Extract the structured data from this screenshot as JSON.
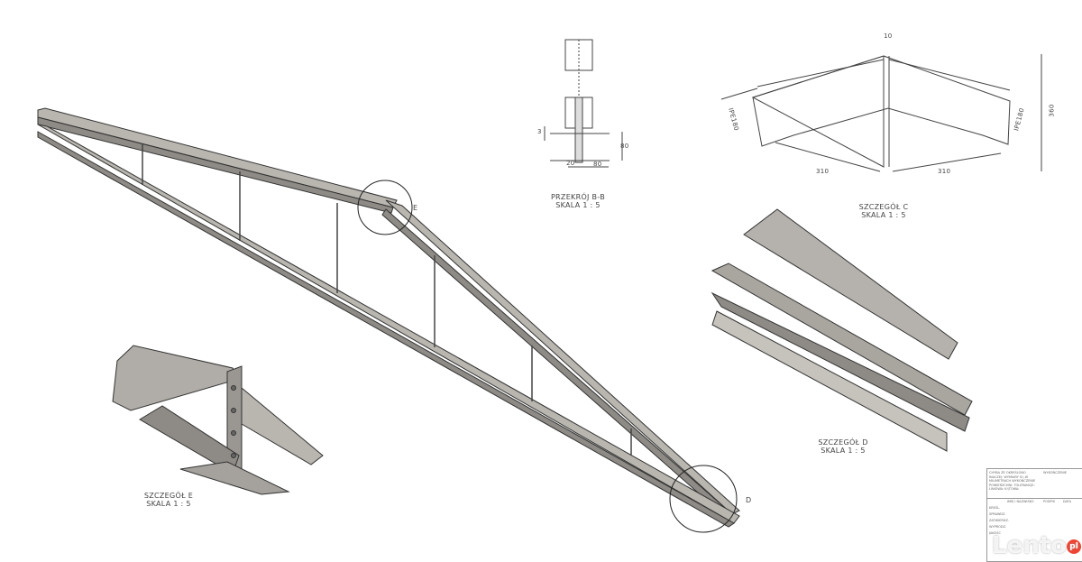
{
  "main_view": {
    "callout_e": "E",
    "callout_d": "D"
  },
  "section_bb": {
    "title": "PRZEKRÓJ B-B",
    "scale": "SKALA 1 : 5",
    "dims": [
      "3",
      "80",
      "20",
      "80"
    ]
  },
  "detail_c": {
    "title": "SZCZEGÓŁ C",
    "scale": "SKALA 1 : 5",
    "dims": [
      "10",
      "360",
      "310",
      "310",
      "IPE180",
      "IPE180"
    ]
  },
  "detail_d": {
    "title": "SZCZEGÓŁ D",
    "scale": "SKALA 1 : 5"
  },
  "detail_e": {
    "title": "SZCZEGÓŁ E",
    "scale": "SKALA 1 : 5"
  },
  "title_block": {
    "note": "CHYBA ŻE OKREŚLONO INACZEJ: WYMIARY SĄ W MILIMETRACH WYKOŃCZENIE POWIERZCHNI: TOLERANCJE: LINIOWA: KĄTOWA:",
    "finish": "WYKOŃCZENIE",
    "headers": [
      "IMIĘ I NAZWISKO",
      "PODPIS",
      "DATA"
    ],
    "rows": [
      "KREŚL.",
      "SPRAWDZ.",
      "ZATWIERDZ.",
      "WYPRODZ.",
      "JAKOŚĆ"
    ]
  },
  "watermark": {
    "text": "Lento",
    "badge": "pl"
  }
}
